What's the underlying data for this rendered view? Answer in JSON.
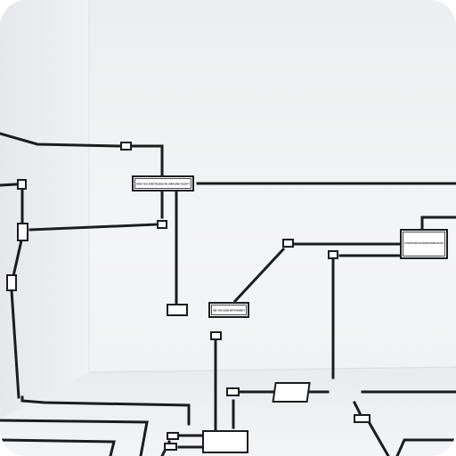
{
  "image": {
    "kind": "photograph",
    "subject": "gallery-wall-flowchart-installation",
    "colors": {
      "wall": "#f2f3f5",
      "floor": "#e9ebee",
      "line": "#1b1c1f",
      "box_fill": "#ffffff"
    }
  },
  "flowchart": {
    "box_left_text": "HAVE YOU EVER MISSED AN AIRPLANE FLIGHT?",
    "box_center_text": "ARE YOU GOOD WITH MONEY?",
    "box_right_text": "IF YOU HAD THE CHANCE TO PICK A NEW NAME FOR YOURSELF, WOULD YOU?"
  }
}
